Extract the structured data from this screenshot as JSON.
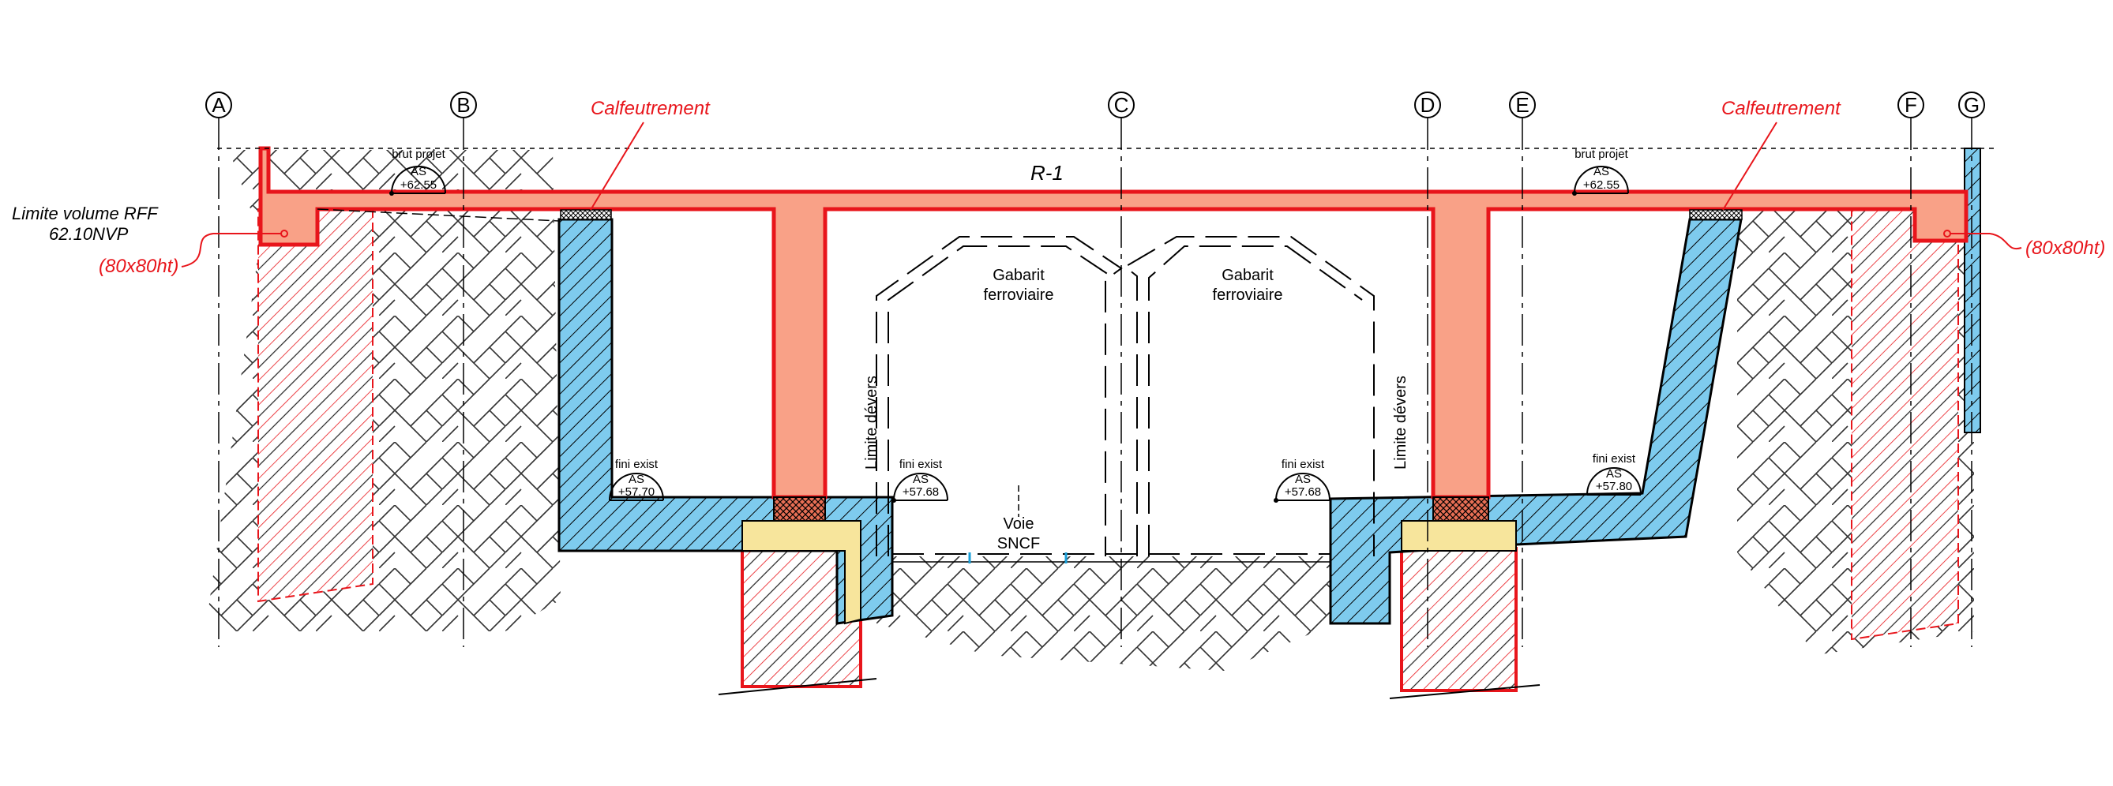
{
  "axes": [
    "A",
    "B",
    "C",
    "D",
    "E",
    "F",
    "G"
  ],
  "colors": {
    "concrete_new": "#f9a187",
    "concrete_existing": "#7ecbee",
    "outline_red": "#e8151b",
    "filler_yellow": "#f7e59c",
    "ink": "#000000"
  },
  "labels": {
    "calfeutrement_left": "Calfeutrement",
    "calfeutrement_right": "Calfeutrement",
    "limite_volume_line1": "Limite volume RFF",
    "limite_volume_line2": "62.10NVP",
    "dim_left": "(80x80ht)",
    "dim_right": "(80x80ht)",
    "deck": "R-1",
    "gabarit_left_1": "Gabarit",
    "gabarit_left_2": "ferroviaire",
    "gabarit_right_1": "Gabarit",
    "gabarit_right_2": "ferroviaire",
    "limite_devers_left": "Limite dévers",
    "limite_devers_right": "Limite dévers",
    "voie_1": "Voie",
    "voie_2": "SNCF"
  },
  "levels": {
    "brut_left": {
      "caption": "brut projet",
      "code": "AS",
      "value": "+62.55"
    },
    "brut_right": {
      "caption": "brut projet",
      "code": "AS",
      "value": "+62.55"
    },
    "fini_1": {
      "caption": "fini exist",
      "code": "AS",
      "value": "+57.70"
    },
    "fini_2": {
      "caption": "fini exist",
      "code": "AS",
      "value": "+57.68"
    },
    "fini_3": {
      "caption": "fini exist",
      "code": "AS",
      "value": "+57.68"
    },
    "fini_4": {
      "caption": "fini exist",
      "code": "AS",
      "value": "+57.80"
    }
  }
}
